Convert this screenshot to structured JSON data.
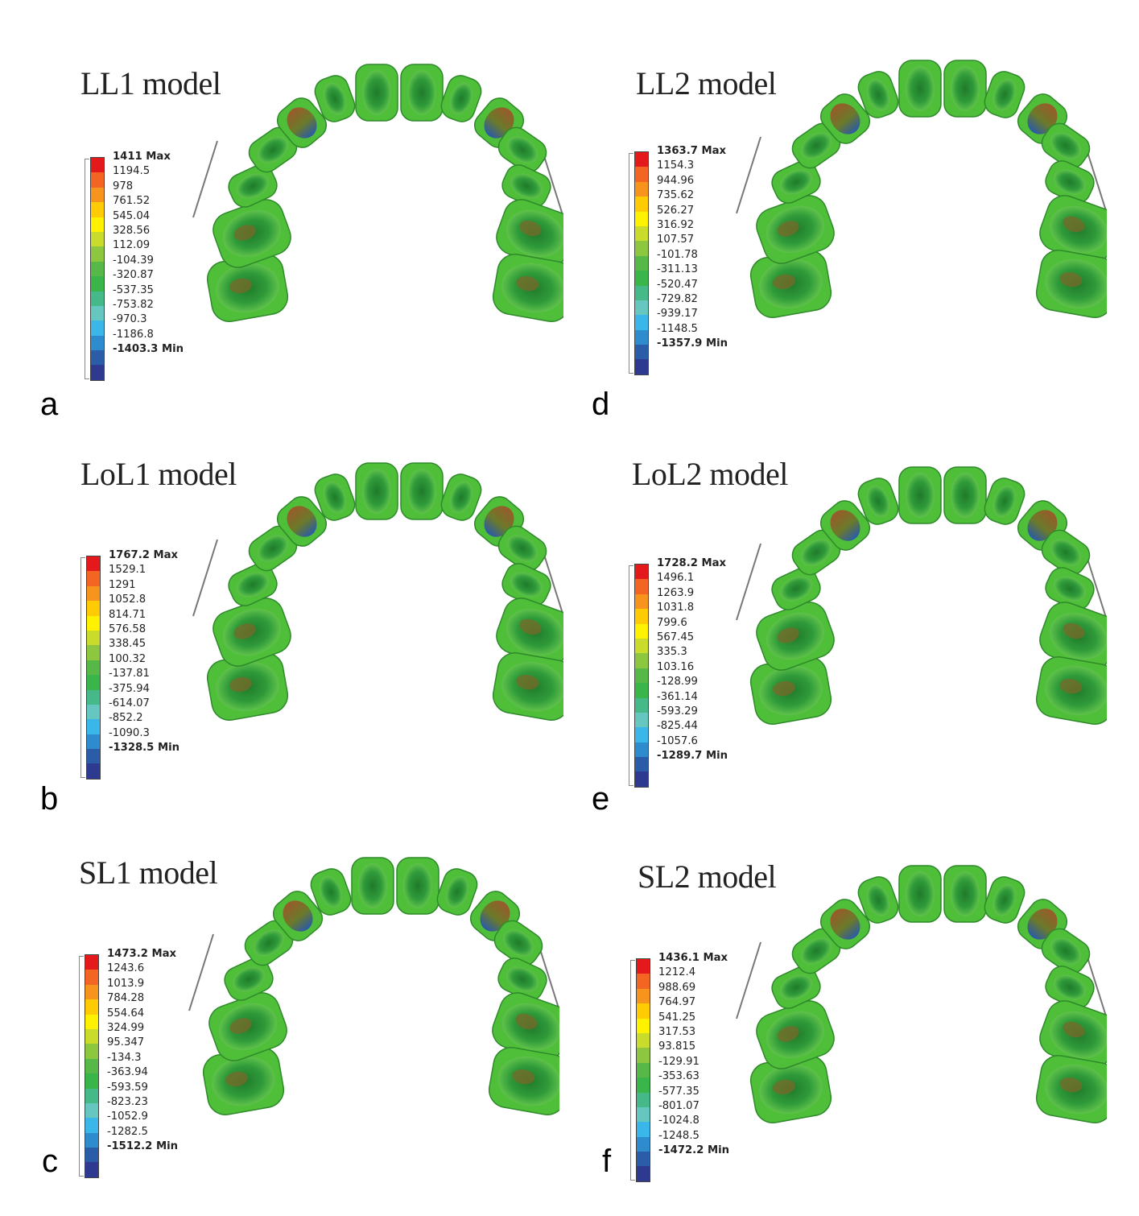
{
  "panels": [
    {
      "id": "a",
      "title": "LL1 model",
      "max": "1411 Max",
      "min": "-1403.3 Min",
      "ticks": [
        "1194.5",
        "978",
        "761.52",
        "545.04",
        "328.56",
        "112.09",
        "-104.39",
        "-320.87",
        "-537.35",
        "-753.82",
        "-970.3",
        "-1186.8"
      ]
    },
    {
      "id": "d",
      "title": "LL2 model",
      "max": "1363.7 Max",
      "min": "-1357.9 Min",
      "ticks": [
        "1154.3",
        "944.96",
        "735.62",
        "526.27",
        "316.92",
        "107.57",
        "-101.78",
        "-311.13",
        "-520.47",
        "-729.82",
        "-939.17",
        "-1148.5"
      ]
    },
    {
      "id": "b",
      "title": "LoL1 model",
      "max": "1767.2 Max",
      "min": "-1328.5 Min",
      "ticks": [
        "1529.1",
        "1291",
        "1052.8",
        "814.71",
        "576.58",
        "338.45",
        "100.32",
        "-137.81",
        "-375.94",
        "-614.07",
        "-852.2",
        "-1090.3"
      ]
    },
    {
      "id": "e",
      "title": "LoL2 model",
      "max": "1728.2 Max",
      "min": "-1289.7 Min",
      "ticks": [
        "1496.1",
        "1263.9",
        "1031.8",
        "799.6",
        "567.45",
        "335.3",
        "103.16",
        "-128.99",
        "-361.14",
        "-593.29",
        "-825.44",
        "-1057.6"
      ]
    },
    {
      "id": "c",
      "title": "SL1 model",
      "max": "1473.2 Max",
      "min": "-1512.2 Min",
      "ticks": [
        "1243.6",
        "1013.9",
        "784.28",
        "554.64",
        "324.99",
        "95.347",
        "-134.3",
        "-363.94",
        "-593.59",
        "-823.23",
        "-1052.9",
        "-1282.5"
      ]
    },
    {
      "id": "f",
      "title": "SL2 model",
      "max": "1436.1 Max",
      "min": "-1472.2 Min",
      "ticks": [
        "1212.4",
        "988.69",
        "764.97",
        "541.25",
        "317.53",
        "93.815",
        "-129.91",
        "-353.63",
        "-577.35",
        "-801.07",
        "-1024.8",
        "-1248.5"
      ]
    }
  ],
  "colorscale": [
    "#e3191c",
    "#f26522",
    "#f7941d",
    "#ffcb05",
    "#fff200",
    "#c9dc2b",
    "#8dc63f",
    "#56b847",
    "#39b54a",
    "#45b98a",
    "#66c7c1",
    "#3ab6e8",
    "#2e8bce",
    "#2b5ca8",
    "#2e3a8f"
  ]
}
